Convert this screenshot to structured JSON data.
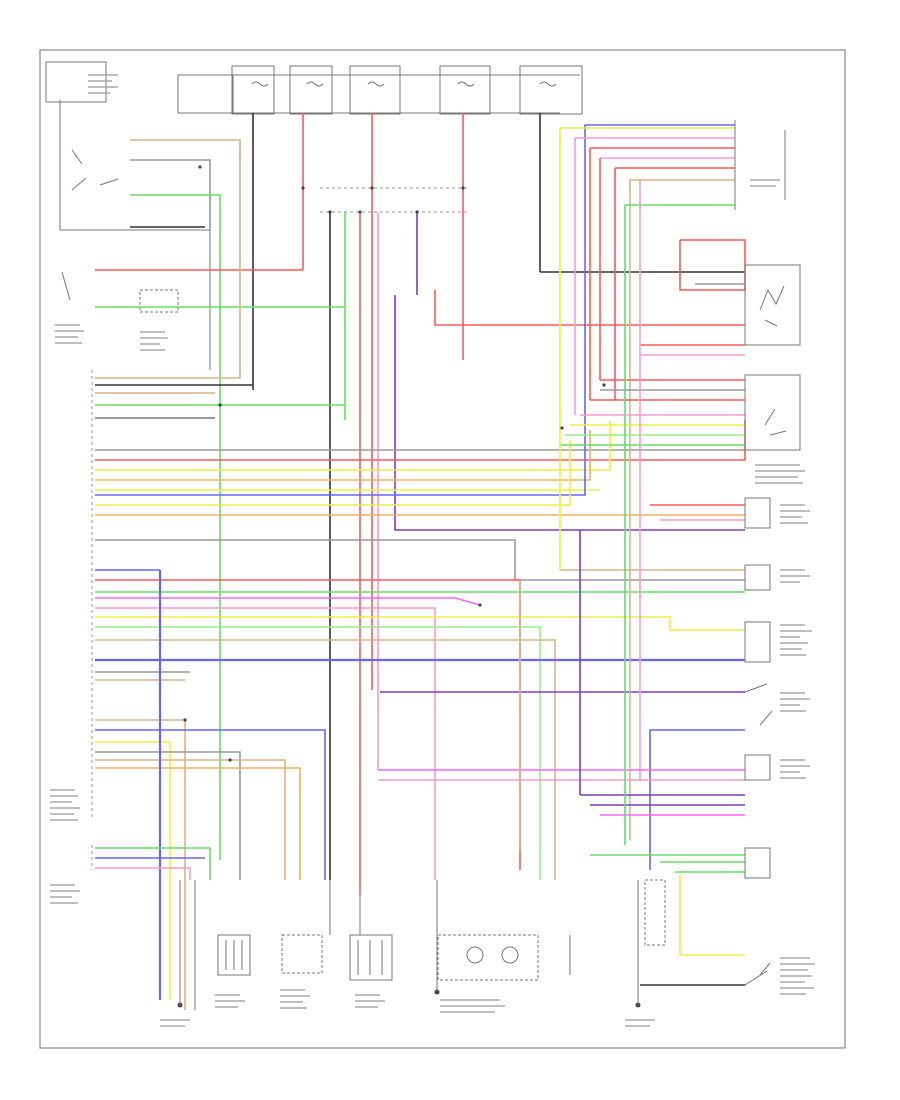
{
  "diagram": {
    "colors": {
      "black": "#333333",
      "gray": "#999999",
      "red": "#ff5a5a",
      "pink": "#ff9ad0",
      "magenta": "#ff66ff",
      "green": "#66dd66",
      "light_green": "#99ee88",
      "yellow": "#eeee44",
      "orange": "#f2b060",
      "tan": "#d8b48a",
      "blue": "#6666ff",
      "violet": "#7a3cc8",
      "white": "#dddddd",
      "background": "#ffffff"
    },
    "icons": [
      "ground-symbol",
      "switch-symbol",
      "sensor-coil",
      "fuse-symbol",
      "connector-symbol"
    ]
  }
}
